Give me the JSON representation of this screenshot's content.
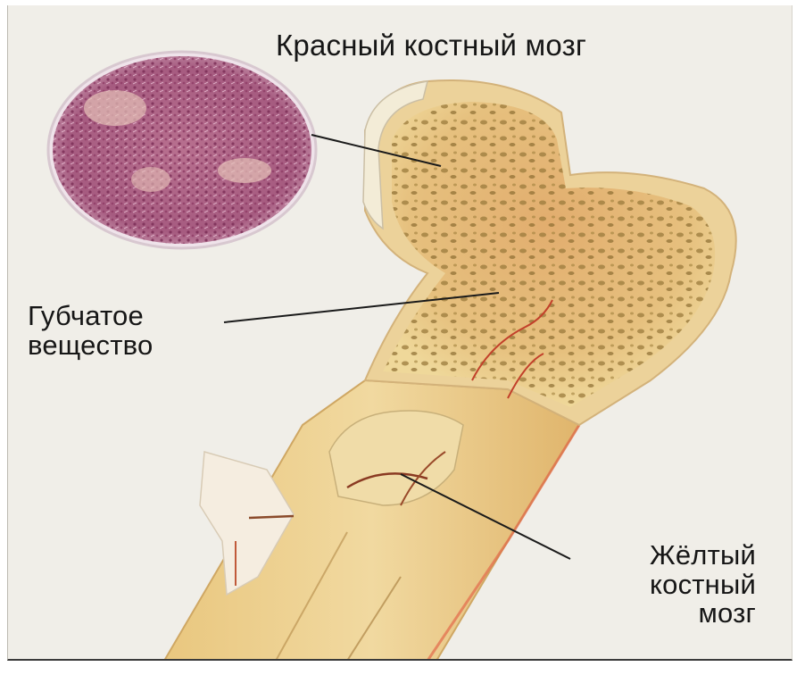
{
  "figure": {
    "subject": "Bone marrow anatomy in the proximal femur",
    "labels": {
      "red_marrow": "Красный костный мозг",
      "spongy_substance": [
        "Губчатое",
        "вещество"
      ],
      "yellow_marrow": [
        "Жёлтый",
        "костный",
        "мозг"
      ]
    },
    "inset": {
      "name": "red-marrow-micrograph",
      "description": "circular histology inset with pink/purple stained tissue"
    },
    "colors": {
      "background": "#f0eee8",
      "bone_cortex": "#ecd29a",
      "bone_cortex_dark": "#d9b878",
      "spongy_fill": "#e3b876",
      "spongy_pores": "#9a7a3c",
      "cartilage_cap": "#f3ecd7",
      "micrograph_base": "#c98aa8",
      "micrograph_dark": "#8a3a62",
      "vessel": "#c2402a",
      "leader_line": "#1a1a1a",
      "text": "#161616"
    }
  }
}
